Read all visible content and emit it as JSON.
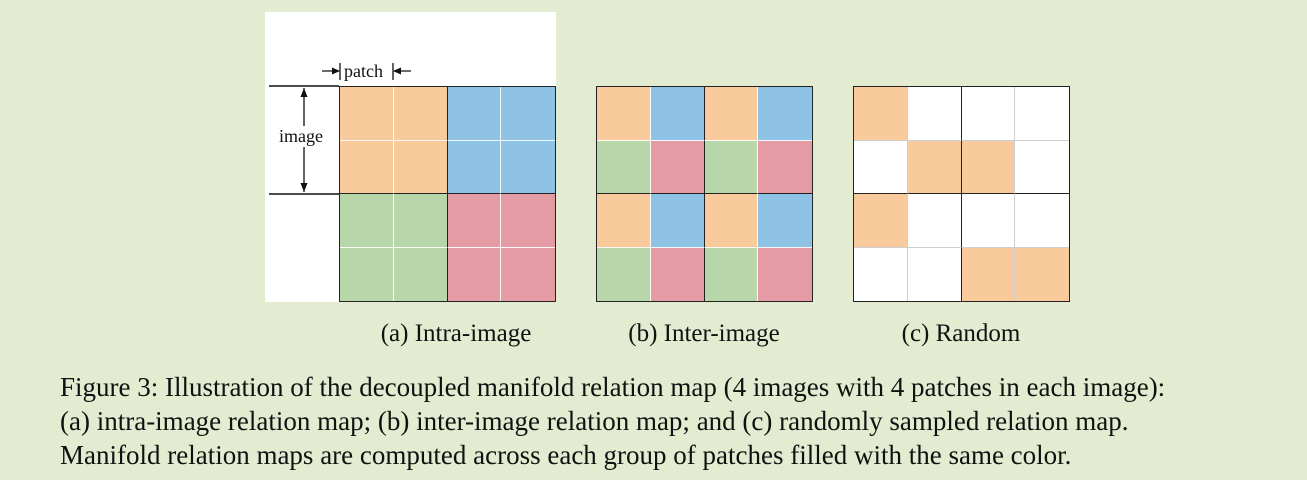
{
  "figure": {
    "panels": [
      {
        "id": "intra",
        "subcaption": "(a) Intra-image",
        "cells": [
          [
            "orange",
            "orange",
            "blue",
            "blue"
          ],
          [
            "orange",
            "orange",
            "blue",
            "blue"
          ],
          [
            "green",
            "green",
            "red",
            "red"
          ],
          [
            "green",
            "green",
            "red",
            "red"
          ]
        ]
      },
      {
        "id": "inter",
        "subcaption": "(b) Inter-image",
        "cells": [
          [
            "orange",
            "blue",
            "orange",
            "blue"
          ],
          [
            "green",
            "red",
            "green",
            "red"
          ],
          [
            "orange",
            "blue",
            "orange",
            "blue"
          ],
          [
            "green",
            "red",
            "green",
            "red"
          ]
        ]
      },
      {
        "id": "random",
        "subcaption": "(c) Random",
        "cells": [
          [
            "orange",
            "white",
            "white",
            "white"
          ],
          [
            "white",
            "orange",
            "orange",
            "white"
          ],
          [
            "orange",
            "white",
            "white",
            "white"
          ],
          [
            "white",
            "white",
            "orange",
            "orange"
          ]
        ]
      }
    ],
    "annotations": {
      "patch_label": "patch",
      "image_label": "image"
    },
    "colors": {
      "orange": "#f9cb9c",
      "blue": "#8fc3e6",
      "green": "#b7d7aa",
      "red": "#e59ba3",
      "white": "#ffffff"
    },
    "caption": {
      "lines": [
        "Figure 3: Illustration of the decoupled manifold relation map (4 images with 4 patches in each image):",
        "(a) intra-image relation map; (b) inter-image relation map; and (c) randomly sampled relation map.",
        "Manifold relation maps are computed across each group of patches filled with the same color."
      ]
    }
  }
}
